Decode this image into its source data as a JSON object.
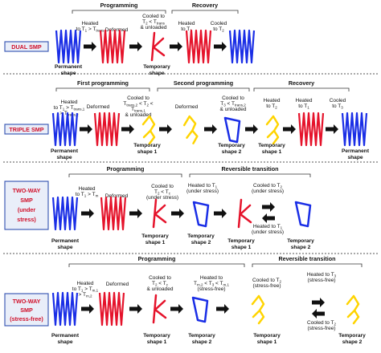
{
  "colors": {
    "permanent": "#1a2ee6",
    "deformed": "#e5132b",
    "temporary1": "#ffd400",
    "temporary2": "#1a2ee6",
    "tag_text": "#d0102a",
    "tag_box": "#3050b0"
  },
  "dual": {
    "tag": "DUAL SMP",
    "headers": [
      "Programming",
      "Recovery"
    ],
    "step_heated": [
      "Heated",
      "to T",
      "1",
      " > T",
      "trans"
    ],
    "step_deformed": "Deformed",
    "step_cooled": [
      "Cooled to",
      "T",
      "2",
      " < T",
      "trans",
      "& unloaded"
    ],
    "step_rec_heated": [
      "Heated",
      "to T",
      "1"
    ],
    "step_rec_cooled": [
      "Cooled",
      "to T",
      "2"
    ],
    "labels": {
      "permanent": [
        "Permanent",
        "shape"
      ],
      "temporary": [
        "Temporary",
        "shape"
      ]
    }
  },
  "triple": {
    "tag": "TRIPLE SMP",
    "headers": [
      "First programming",
      "Second programming",
      "Recovery"
    ],
    "step_heated": [
      "Heated",
      "to T",
      "1",
      " > T",
      "trans,1",
      "> T",
      "trans,2"
    ],
    "step_deformed1": "Deformed",
    "step_cooled1": [
      "Cooled to",
      "T",
      "trans,2",
      " < T",
      "2",
      " <",
      "T",
      "trans,1",
      "& unloaded"
    ],
    "step_deformed2": "Deformed",
    "step_cooled2": [
      "Cooled to",
      "T",
      "3",
      " < T",
      "trans,2",
      "& unloaded"
    ],
    "step_rec_heated1": [
      "Heated",
      "to T",
      "2"
    ],
    "step_rec_heated2": [
      "Heated",
      "to T",
      "1"
    ],
    "step_rec_cooled": [
      "Cooled",
      "to T",
      "3"
    ],
    "labels": {
      "permanent": [
        "Permanent",
        "shape"
      ],
      "temp1": [
        "Temporary",
        "shape 1"
      ],
      "temp2": [
        "Temporary",
        "shape 2"
      ],
      "temp1b": [
        "Temporary",
        "shape 1"
      ],
      "permanent_end": [
        "Permanent",
        "shape"
      ]
    }
  },
  "twoway_stress": {
    "tag": [
      "TWO-WAY",
      "SMP",
      "(under",
      "stress)"
    ],
    "headers": [
      "Programming",
      "Reversible transition"
    ],
    "step_heated": [
      "Heated",
      "to T",
      "1",
      " > T",
      "m"
    ],
    "step_deformed": "Deformed",
    "step_cooled": [
      "Cooled to",
      "T",
      "2",
      " < T",
      "c",
      "(under stress)"
    ],
    "step_rev_heated_top": [
      "Heated to T",
      "1",
      "(under stress)"
    ],
    "step_rev_cooled": [
      "Cooled to T",
      "2",
      "(under stress)"
    ],
    "step_rev_heated_bottom": [
      "Heated to T",
      "1",
      "(under stress)"
    ],
    "labels": {
      "permanent": [
        "Permanent",
        "shape"
      ],
      "temp1": [
        "Temporary",
        "shape 1"
      ],
      "temp2": [
        "Temporary",
        "shape 2"
      ],
      "temp1b": [
        "Temporary",
        "shape 1"
      ],
      "temp2b": [
        "Temporary",
        "shape 2"
      ]
    }
  },
  "twoway_free": {
    "tag": [
      "TWO-WAY",
      "SMP",
      "(stress-free)"
    ],
    "headers": [
      "Programming",
      "Reversible transition"
    ],
    "step_heated": [
      "Heated",
      "to T",
      "1",
      " > T",
      "m,1",
      "> T",
      "m,2"
    ],
    "step_deformed": "Deformed",
    "step_cooled1": [
      "Cooled to",
      "T",
      "2",
      " < T",
      "c",
      "& unloaded"
    ],
    "step_heated2": [
      "Heated to",
      "T",
      "m,2",
      " < T",
      "3",
      " < T",
      "m,1",
      "(stress-free)"
    ],
    "step_rev_cooled": [
      "Cooled to T",
      "2",
      "(stress-free)"
    ],
    "step_rev_heated": [
      "Heated to T",
      "3",
      "(stress-free)"
    ],
    "step_rev_cooled_bottom": [
      "Cooled to T",
      "2",
      "(stress-free)"
    ],
    "labels": {
      "permanent": [
        "Permanent",
        "shape"
      ],
      "temp1": [
        "Temporary",
        "shape 1"
      ],
      "temp2": [
        "Temporary",
        "shape 2"
      ],
      "temp1b": [
        "Temporary",
        "shape 1"
      ],
      "temp2b": [
        "Temporary",
        "shape 2"
      ]
    }
  }
}
